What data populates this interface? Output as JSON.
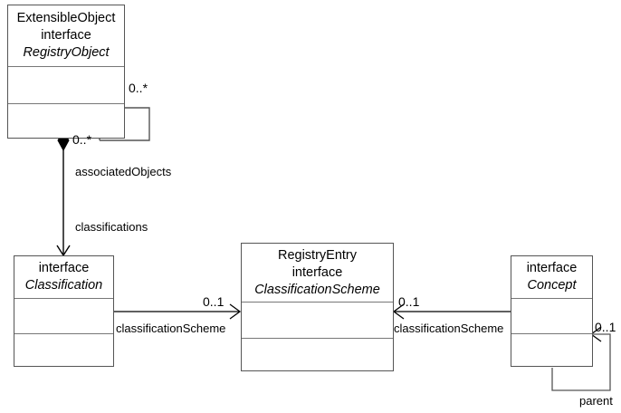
{
  "diagram": {
    "title": "Registry Object Classification UML Class Diagram",
    "type": "uml-class-diagram",
    "stroke_color": "#555555",
    "divider_color": "#777777",
    "background": "#ffffff"
  },
  "classes": [
    {
      "id": "extensible-object",
      "stereotype_top": "ExtensibleObject",
      "stereotype": "interface",
      "name": "RegistryObject",
      "name_italic": true,
      "compartments": 3
    },
    {
      "id": "classification",
      "stereotype": "interface",
      "name": "Classification",
      "name_italic": true,
      "compartments": 3
    },
    {
      "id": "classification-scheme",
      "stereotype_top": "RegistryEntry",
      "stereotype": "interface",
      "name": "ClassificationScheme",
      "name_italic": true,
      "compartments": 3
    },
    {
      "id": "concept",
      "stereotype": "interface",
      "name": "Concept",
      "name_italic": true,
      "compartments": 3
    }
  ],
  "associations": [
    {
      "id": "associated-objects",
      "from": "extensible-object",
      "to": "extensible-object",
      "role": "associatedObjects",
      "source_multiplicity": "0..*",
      "target_multiplicity": "0..*",
      "kind": "composition-self-loop"
    },
    {
      "id": "classifications",
      "from": "extensible-object",
      "to": "classification",
      "role": "classifications",
      "kind": "composition"
    },
    {
      "id": "classification-to-scheme",
      "from": "classification",
      "to": "classification-scheme",
      "role": "classificationScheme",
      "multiplicity": "0..1",
      "kind": "directed-association"
    },
    {
      "id": "concept-to-scheme",
      "from": "concept",
      "to": "classification-scheme",
      "role": "classificationScheme",
      "multiplicity": "0..1",
      "kind": "directed-association"
    },
    {
      "id": "concept-parent",
      "from": "concept",
      "to": "concept",
      "role": "parent",
      "multiplicity": "0..1",
      "kind": "directed-self-association"
    }
  ],
  "labels": {
    "associated_objects": "associatedObjects",
    "classifications": "classifications",
    "classification_scheme_left": "classificationScheme",
    "classification_scheme_right": "classificationScheme",
    "parent": "parent",
    "mult_zero_star_upper": "0..*",
    "mult_zero_star_lower": "0..*",
    "mult_zero_one_left": "0..1",
    "mult_zero_one_right": "0..1",
    "mult_zero_one_parent": "0..1"
  }
}
